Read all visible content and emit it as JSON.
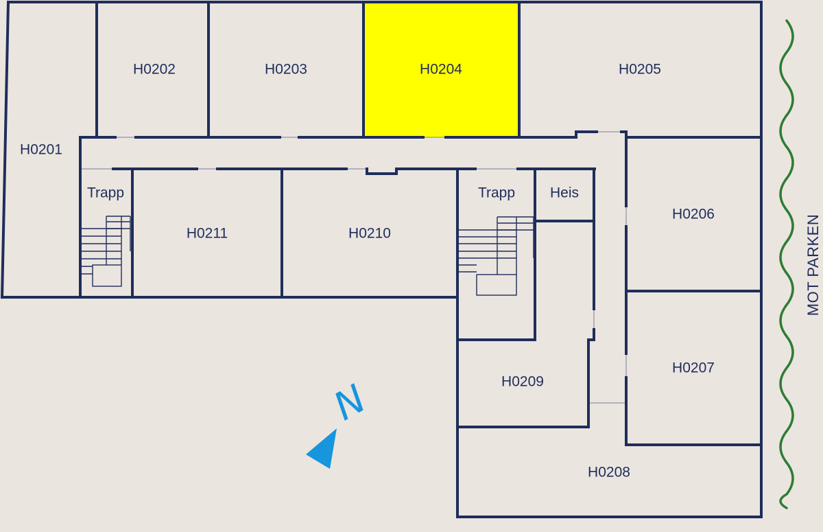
{
  "colors": {
    "background": "#ebe5e0",
    "wall": "#1e2d5a",
    "highlight": "#ffff00",
    "park_edge": "#2e7d32",
    "compass": "#1795dd"
  },
  "floorplan": {
    "highlighted_room": "H0204",
    "rooms": {
      "h0201": "H0201",
      "h0202": "H0202",
      "h0203": "H0203",
      "h0204": "H0204",
      "h0205": "H0205",
      "h0206": "H0206",
      "h0207": "H0207",
      "h0208": "H0208",
      "h0209": "H0209",
      "h0210": "H0210",
      "h0211": "H0211",
      "stairs_west": "Trapp",
      "stairs_east": "Trapp",
      "elevator": "Heis"
    },
    "side_label": "MOT PARKEN",
    "compass": {
      "letter": "N",
      "icon": "north-arrow-icon"
    }
  }
}
